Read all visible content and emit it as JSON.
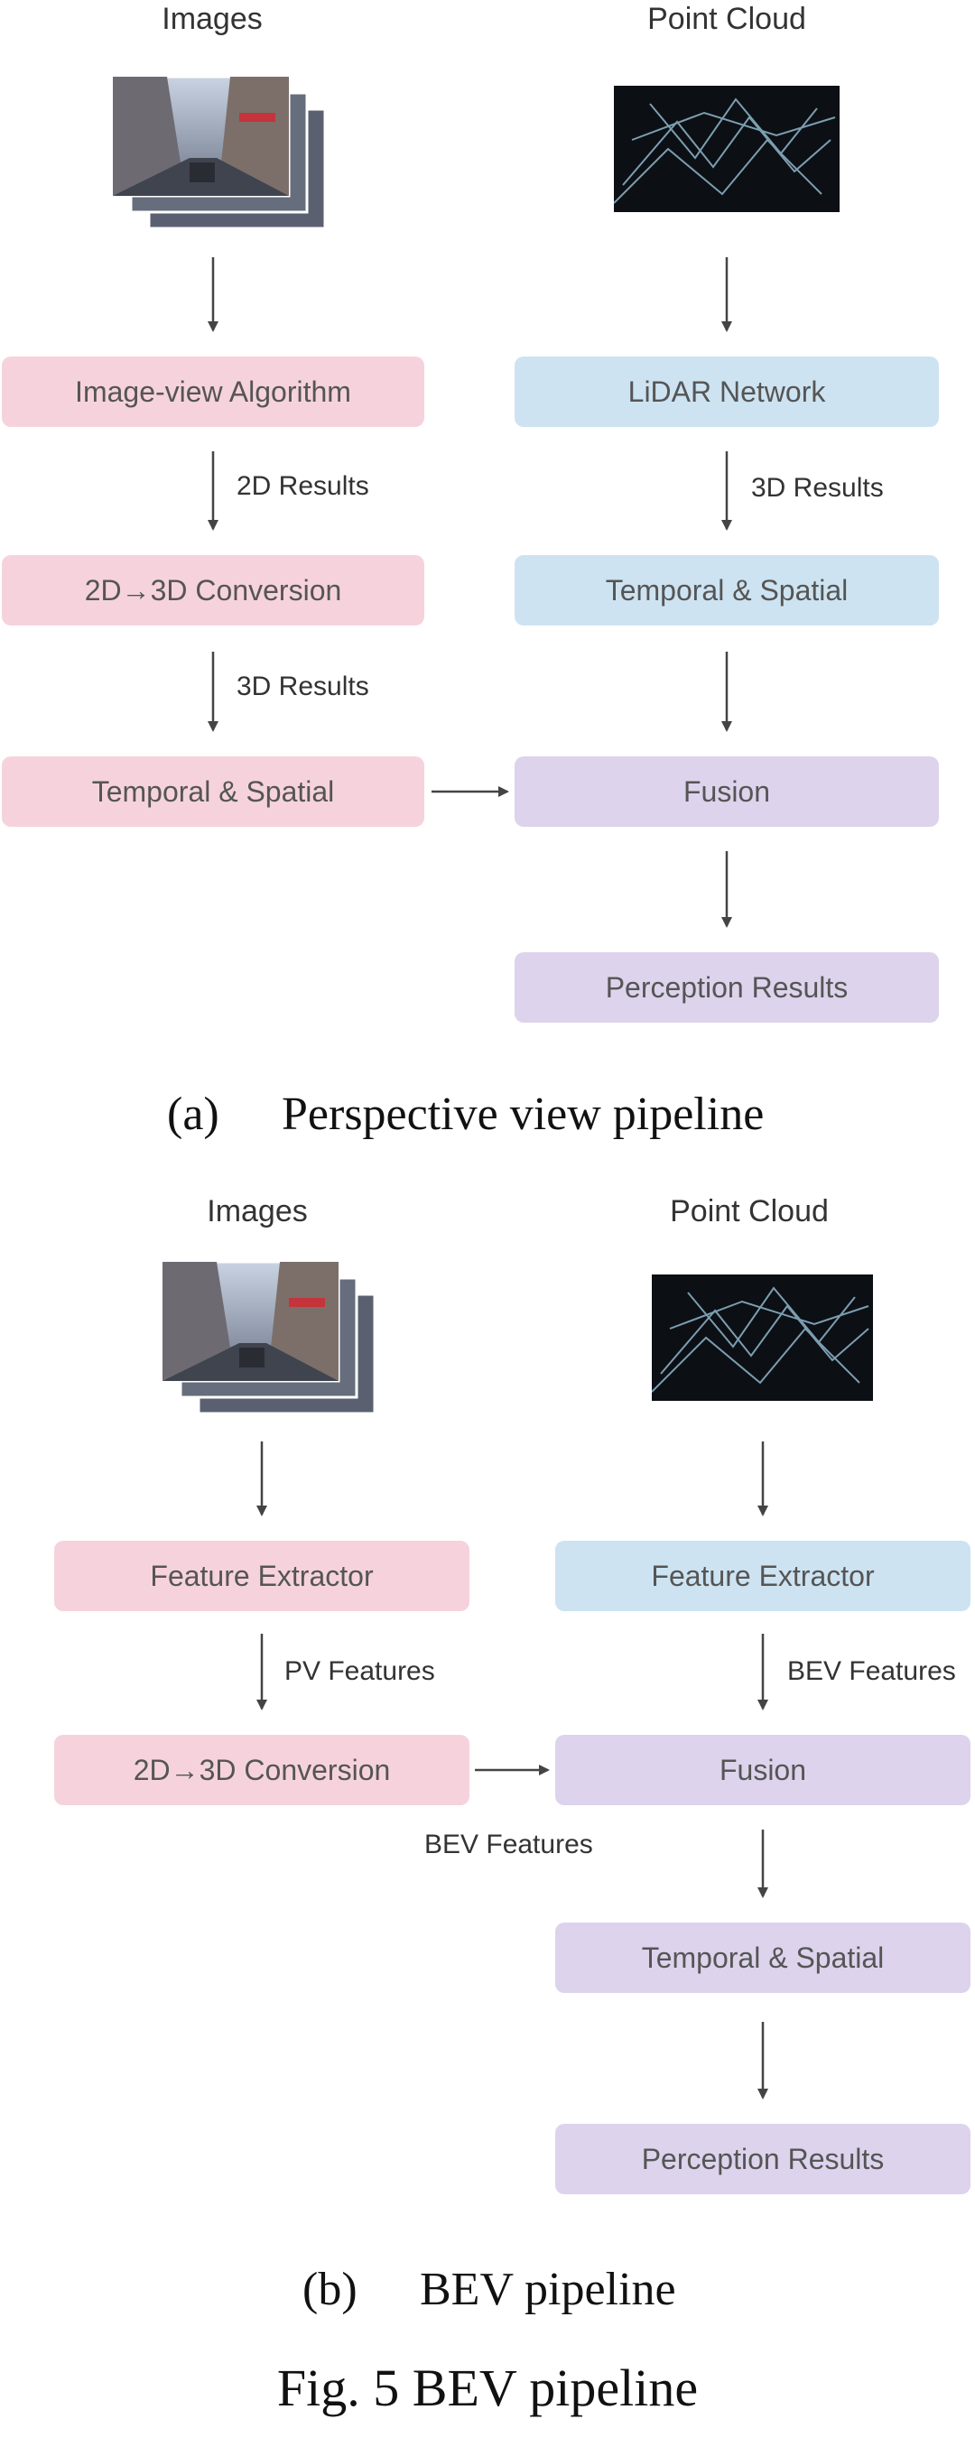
{
  "panel_a": {
    "images_header": "Images",
    "pointcloud_header": "Point Cloud",
    "left": [
      "Image-view Algorithm",
      "2D→3D Conversion",
      "Temporal & Spatial"
    ],
    "left_edges": [
      "2D Results",
      "3D Results"
    ],
    "right": [
      "LiDAR Network",
      "Temporal & Spatial",
      "Fusion",
      "Perception Results"
    ],
    "right_edges": [
      "3D Results"
    ],
    "caption_letter": "(a)",
    "caption": "Perspective view pipeline"
  },
  "panel_b": {
    "images_header": "Images",
    "pointcloud_header": "Point Cloud",
    "left": [
      "Feature Extractor",
      "2D→3D Conversion"
    ],
    "left_edges": [
      "PV Features"
    ],
    "right": [
      "Feature Extractor",
      "Fusion",
      "Temporal & Spatial",
      "Perception Results"
    ],
    "right_edges": [
      "BEV Features"
    ],
    "fusion_edge_label": "BEV Features",
    "caption_letter": "(b)",
    "caption": "BEV pipeline"
  },
  "figure_caption": "Fig. 5 BEV pipeline",
  "colors": {
    "pink": "#f6d3dc",
    "blue": "#cde3f1",
    "purple": "#ddd3ec"
  }
}
